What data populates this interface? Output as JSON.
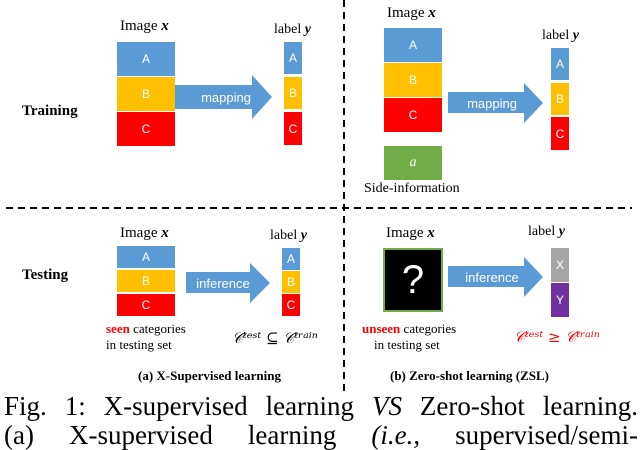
{
  "colors": {
    "blue": "#5B9BD5",
    "yellow": "#FFC000",
    "red": "#FF0000",
    "green": "#70AD47",
    "gray": "#A5A5A5",
    "purple": "#7030A0",
    "arrow": "#5B9BD5",
    "seen_text": "#FF0000"
  },
  "rows": {
    "training": "Training",
    "testing": "Testing"
  },
  "left": {
    "train": {
      "image_label": "Image",
      "image_var": "x",
      "blocks": [
        "A",
        "B",
        "C"
      ],
      "arrow": "mapping",
      "label_label": "label",
      "label_var": "y",
      "label_blocks": [
        "A",
        "B",
        "C"
      ]
    },
    "test": {
      "image_label": "Image",
      "image_var": "x",
      "blocks": [
        "A",
        "B",
        "C"
      ],
      "arrow": "inference",
      "label_label": "label",
      "label_var": "y",
      "label_blocks": [
        "A",
        "B",
        "C"
      ],
      "seen_word": "seen",
      "seen_rest": " categories",
      "seen_line2": "in testing set",
      "formula": "𝒞ᵗᵉˢᵗ ⊆ 𝒞ᵗʳᵃⁱⁿ"
    },
    "caption": "(a) X-Supervised learning"
  },
  "right": {
    "train": {
      "image_label": "Image",
      "image_var": "x",
      "blocks": [
        "A",
        "B",
        "C"
      ],
      "side_block": "a",
      "side_label": "Side-information",
      "arrow": "mapping",
      "label_label": "label",
      "label_var": "y",
      "label_blocks": [
        "A",
        "B",
        "C"
      ]
    },
    "test": {
      "image_label": "Image",
      "image_var": "x",
      "unknown": "?",
      "arrow": "inference",
      "label_label": "label",
      "label_var": "y",
      "label_blocks": [
        "X",
        "Y"
      ],
      "unseen_word": "unseen",
      "unseen_rest": " categories",
      "unseen_line2": "in testing set",
      "formula": "𝒞ᵗᵉˢᵗ ≥ 𝒞ᵗʳᵃⁱⁿ"
    },
    "caption": "(b) Zero-shot learning (ZSL)"
  },
  "figure_caption": {
    "line1": [
      "Fig.",
      "1:",
      "X-supervised",
      "learning",
      "VS",
      "Zero-shot",
      "learning."
    ],
    "line2": [
      "(a)",
      "X-supervised",
      "learning",
      "(i.e.,",
      "supervised/semi-"
    ]
  }
}
